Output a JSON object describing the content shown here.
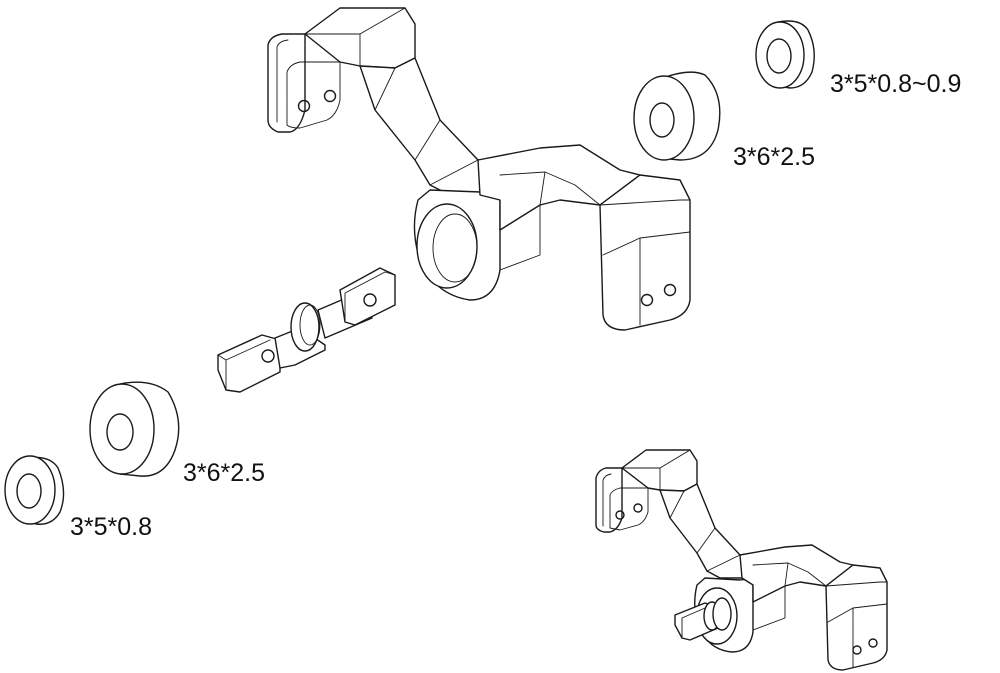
{
  "labels": {
    "washer_top_right": "3*5*0.8~0.9",
    "bearing_top_right": "3*6*2.5",
    "bearing_left": "3*6*2.5",
    "washer_left": "3*5*0.8"
  }
}
